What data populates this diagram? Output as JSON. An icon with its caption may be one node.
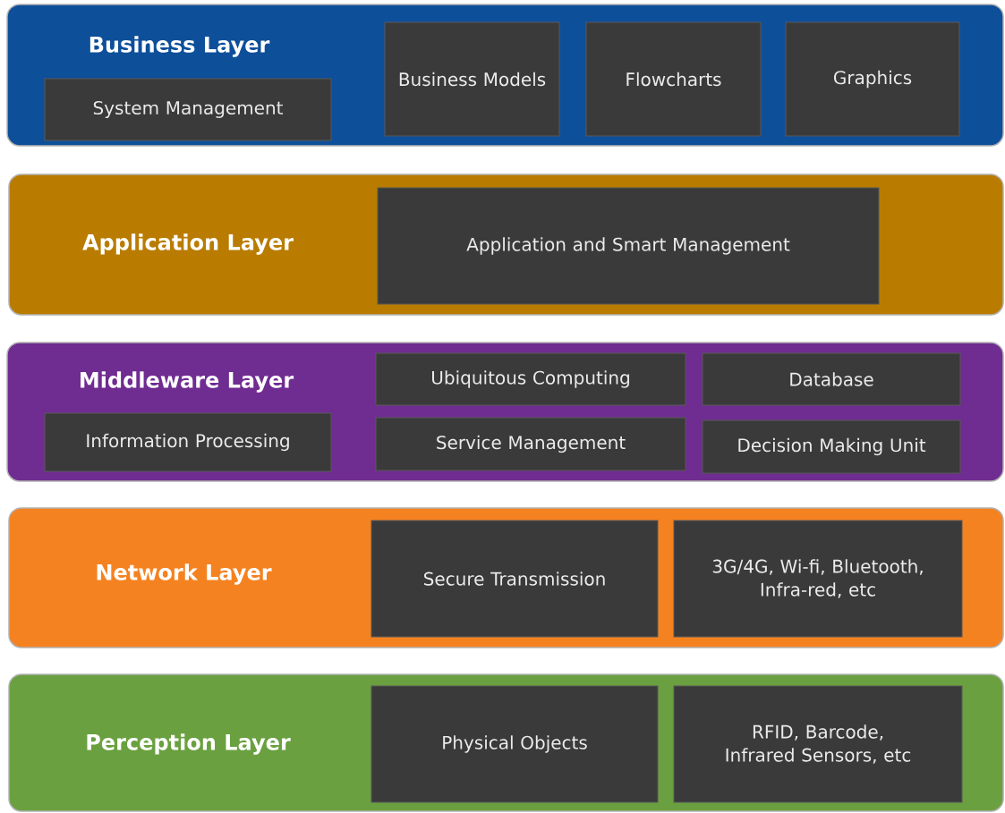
{
  "diagram": {
    "nodes": [
      {
        "text": [
          "Business Layer"
        ]
      },
      {
        "text": [
          "System Management"
        ],
        "in": 0
      },
      {
        "text": [
          "Business Models"
        ],
        "in": 0
      },
      {
        "text": [
          "Flowcharts"
        ],
        "in": 0
      },
      {
        "text": [
          "Graphics"
        ],
        "in": 0
      },
      {
        "text": [
          "Application Layer"
        ]
      },
      {
        "text": [
          "Application and Smart Management"
        ],
        "in": 5
      },
      {
        "text": [
          "Middleware Layer"
        ]
      },
      {
        "text": [
          "Ubiquitous Computing"
        ],
        "in": 7
      },
      {
        "text": [
          "Database"
        ],
        "in": 7
      },
      {
        "text": [
          "Information Processing"
        ],
        "in": 7
      },
      {
        "text": [
          "Service Management"
        ],
        "in": 7
      },
      {
        "text": [
          "Decision Making Unit"
        ],
        "in": 7
      },
      {
        "text": [
          "Network Layer"
        ]
      },
      {
        "text": [
          "Secure Transmission"
        ],
        "in": 13
      },
      {
        "text": [
          "3G/4G, Wi-fi, Bluetooth, Infra-red, etc"
        ],
        "in": 13
      },
      {
        "text": [
          "Perception Layer"
        ]
      },
      {
        "text": [
          "Physical Objects"
        ],
        "in": 16
      },
      {
        "text": [
          "RFID, Barcode, Infrared Sensors, etc"
        ],
        "in": 16
      }
    ]
  }
}
